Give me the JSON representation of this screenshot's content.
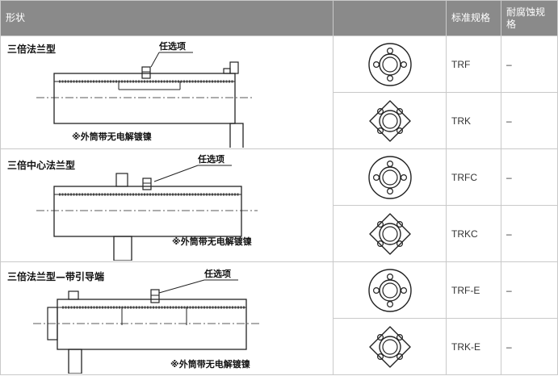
{
  "header": {
    "shape": "形状",
    "standard": "标准规格",
    "corrosion": "耐腐蚀规格"
  },
  "groups": [
    {
      "title": "三倍法兰型",
      "option_label": "任选项",
      "note": "※外筒带无电解镀镍",
      "rows": [
        {
          "standard": "TRF",
          "corrosion": "–",
          "flange": "round"
        },
        {
          "standard": "TRK",
          "corrosion": "–",
          "flange": "square"
        }
      ]
    },
    {
      "title": "三倍中心法兰型",
      "option_label": "任选项",
      "note": "※外筒带无电解镀镍",
      "rows": [
        {
          "standard": "TRFC",
          "corrosion": "–",
          "flange": "round"
        },
        {
          "standard": "TRKC",
          "corrosion": "–",
          "flange": "square"
        }
      ]
    },
    {
      "title": "三倍法兰型—带引导端",
      "option_label": "任选项",
      "note": "※外筒带无电解镀镍",
      "rows": [
        {
          "standard": "TRF-E",
          "corrosion": "–",
          "flange": "round"
        },
        {
          "standard": "TRK-E",
          "corrosion": "–",
          "flange": "square"
        }
      ]
    }
  ]
}
